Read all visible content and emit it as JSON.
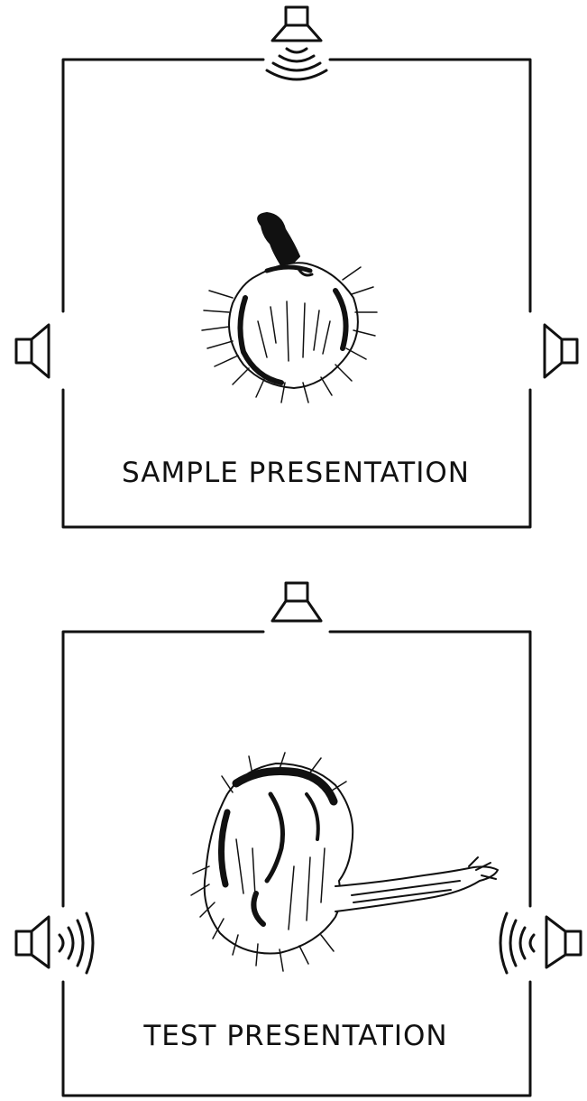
{
  "panels": [
    {
      "label": "SAMPLE PRESENTATION",
      "active_speaker": "top",
      "animal": "monkey-facing-away"
    },
    {
      "label": "TEST PRESENTATION",
      "active_speaker": "left-and-right",
      "animal": "monkey-reaching-right"
    }
  ],
  "colors": {
    "line": "#111111",
    "background": "#ffffff"
  }
}
